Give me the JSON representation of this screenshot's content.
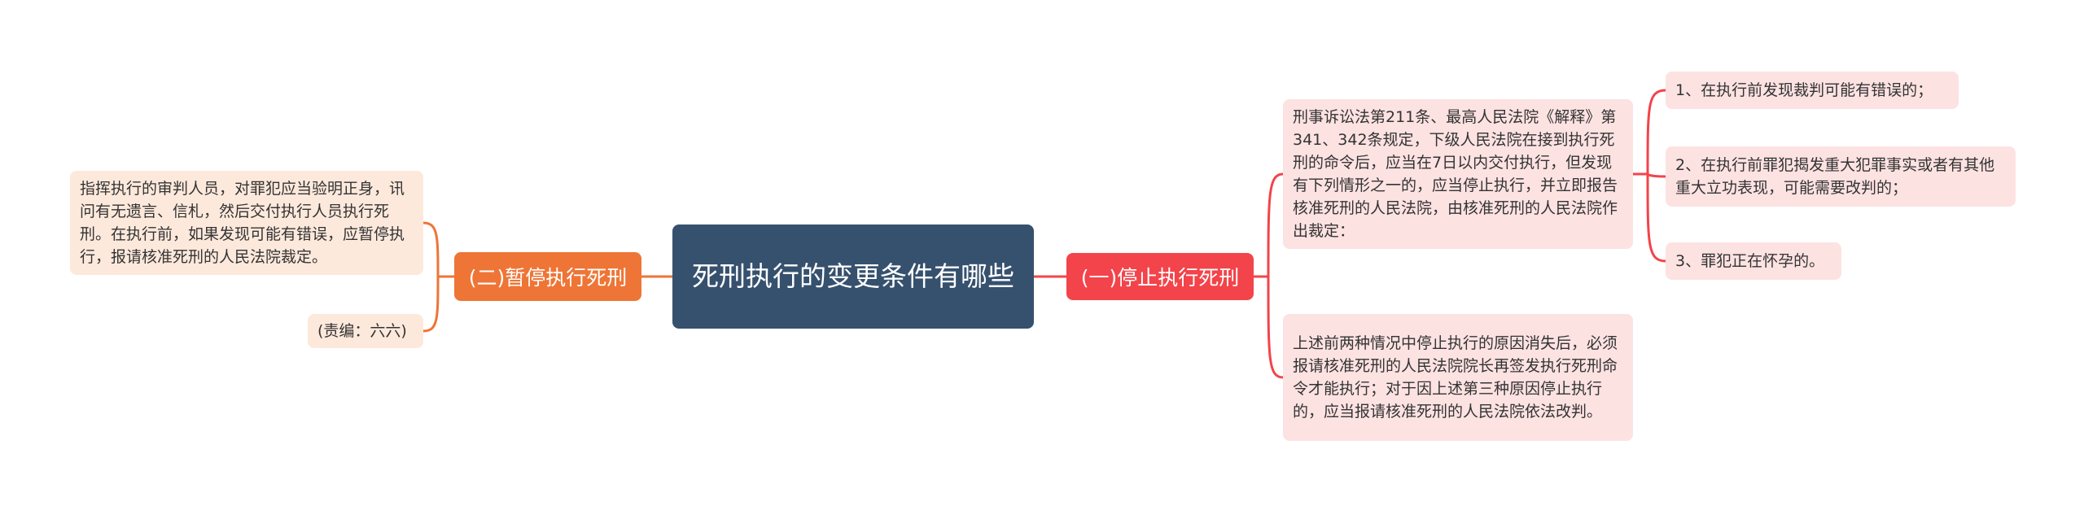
{
  "mindmap": {
    "root": {
      "text": "死刑执行的变更条件有哪些"
    },
    "right_branch": {
      "label": "(一)停止执行死刑",
      "items": [
        {
          "text": "刑事诉讼法第211条、最高人民法院《解释》第341、342条规定，下级人民法院在接到执行死刑的命令后，应当在7日以内交付执行，但发现有下列情形之一的，应当停止执行，并立即报告核准死刑的人民法院，由核准死刑的人民法院作出裁定："
        },
        {
          "text": "上述前两种情况中停止执行的原因消失后，必须报请核准死刑的人民法院院长再签发执行死刑命令才能执行；对于因上述第三种原因停止执行的，应当报请核准死刑的人民法院依法改判。"
        }
      ],
      "sub_items": [
        {
          "text": "1、在执行前发现裁判可能有错误的；"
        },
        {
          "text": "2、在执行前罪犯揭发重大犯罪事实或者有其他重大立功表现，可能需要改判的；"
        },
        {
          "text": "3、罪犯正在怀孕的。"
        }
      ]
    },
    "left_branch": {
      "label": "(二)暂停执行死刑",
      "items": [
        {
          "text": "指挥执行的审判人员，对罪犯应当验明正身，讯问有无遗言、信札，然后交付执行人员执行死刑。在执行前，如果发现可能有错误，应暂停执行，报请核准死刑的人民法院裁定。"
        },
        {
          "text": "(责编：六六)"
        }
      ]
    },
    "colors": {
      "root_bg": "#36516e",
      "right_branch": "#f2444a",
      "left_branch": "#ee7536",
      "right_leaf_bg": "#fde2e2",
      "left_leaf_bg": "#fde9dc"
    }
  }
}
